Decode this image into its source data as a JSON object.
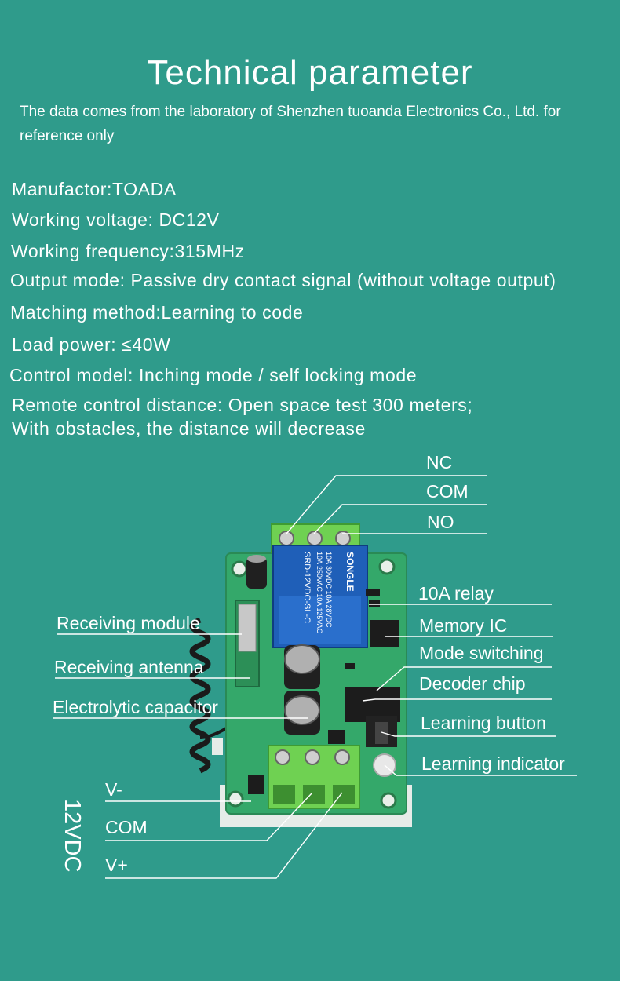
{
  "header": {
    "title": "Technical parameter",
    "subtitle": "The data comes from the laboratory of Shenzhen tuoanda Electronics Co., Ltd. for reference only"
  },
  "specs": [
    "Manufactor:TOADA",
    "Working voltage: DC12V",
    "Working frequency:315MHz",
    "Output mode: Passive dry contact signal (without voltage output)",
    "Matching method:Learning to code",
    "Load power: ≤40W",
    "Control model: Inching mode / self locking mode",
    "Remote control distance: Open space test 300 meters;",
    "With obstacles, the distance will decrease"
  ],
  "diagram": {
    "top_labels": [
      "NC",
      "COM",
      "NO"
    ],
    "right_labels": [
      "10A relay",
      "Memory IC",
      "Mode switching",
      "Decoder chip",
      "Learning button",
      "Learning indicator"
    ],
    "left_labels": [
      "Receiving module",
      "Receiving antenna",
      "Electrolytic capacitor"
    ],
    "bottom_labels": [
      "V-",
      "COM",
      "V+"
    ],
    "voltage_label": "12VDC",
    "relay_text": [
      "SRD-12VDC-SL-C",
      "SONGLE",
      "10A 250VAC 10A 125VAC",
      "10A 30VDC 10A 28VDC"
    ],
    "colors": {
      "background": "#2f9b8b",
      "pcb": "#2fae6a",
      "relay": "#1f5fb8",
      "terminal": "#6ccf4f"
    }
  }
}
